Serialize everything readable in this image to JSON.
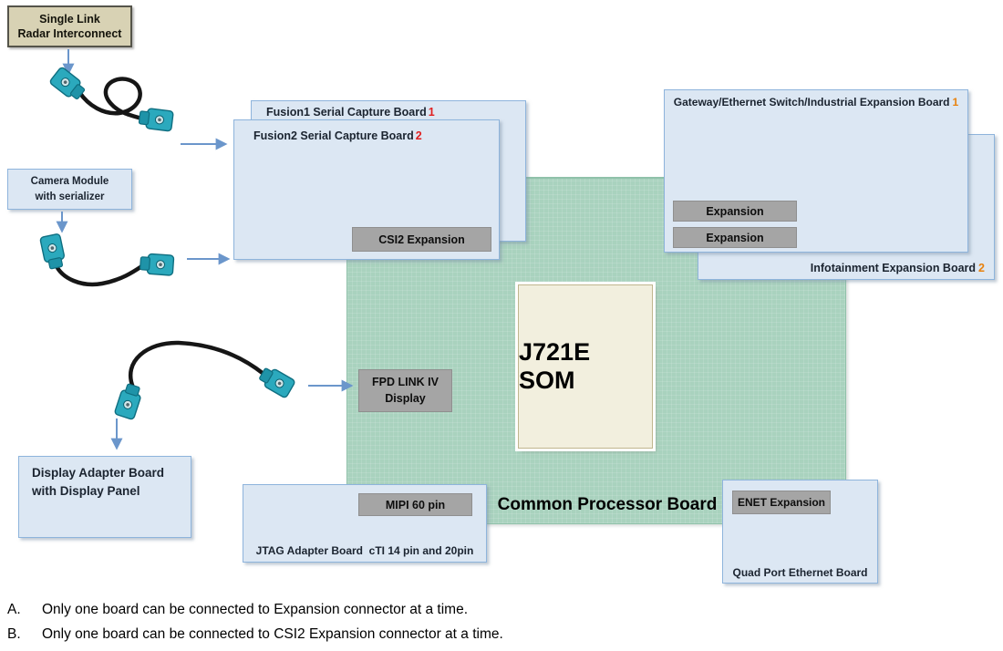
{
  "colors": {
    "board-blue": "#dce7f3",
    "board-border": "#8eb4dc",
    "green-board": "#a9d2be",
    "green-border": "#8fc1a9",
    "gray-connector": "#a5a5a5",
    "gray-border": "#8f8f8f",
    "khaki-fill": "#d8d2b4",
    "khaki-border": "#55544a",
    "som-fill": "#f2efde",
    "som-border": "#c0b68e",
    "title-text": "#1b2430",
    "red-number": "#e02020",
    "orange-number": "#e8820e",
    "arrow-blue": "#6b96cb",
    "cable-black": "#161616",
    "connector-teal": "#2ba9bd",
    "connector-teal-dark": "#0f6e80"
  },
  "boards": {
    "radar": {
      "line1": "Single Link",
      "line2": "Radar Interconnect"
    },
    "camera": {
      "line1": "Camera Module",
      "line2": "with serializer"
    },
    "fusion1": {
      "title": "Fusion1 Serial Capture Board",
      "number": "1"
    },
    "fusion2": {
      "title": "Fusion2 Serial Capture Board",
      "number": "2",
      "csi2_connector": "CSI2 Expansion"
    },
    "gateway": {
      "title": "Gateway/Ethernet Switch/Industrial Expansion Board",
      "number": "1",
      "expansion_connector_1": "Expansion",
      "expansion_connector_2": "Expansion"
    },
    "infotainment": {
      "title": "Infotainment Expansion Board",
      "number": "2"
    },
    "common_processor": {
      "label": "Common Processor Board",
      "som_label": "J721E SOM",
      "fpd_line1": "FPD LINK IV",
      "fpd_line2": "Display"
    },
    "display_adapter": {
      "line1": "Display Adapter Board",
      "line2": "with Display Panel"
    },
    "jtag": {
      "label": "JTAG Adapter Board  cTI 14 pin and 20pin",
      "mipi_connector": "MIPI 60 pin"
    },
    "quad_port": {
      "label": "Quad Port Ethernet Board",
      "enet_connector": "ENET Expansion"
    }
  },
  "notes": [
    {
      "letter": "A.",
      "text": "Only one board can be connected to Expansion connector at a time."
    },
    {
      "letter": "B.",
      "text": "Only one board can be connected to CSI2 Expansion connector at a time."
    }
  ]
}
